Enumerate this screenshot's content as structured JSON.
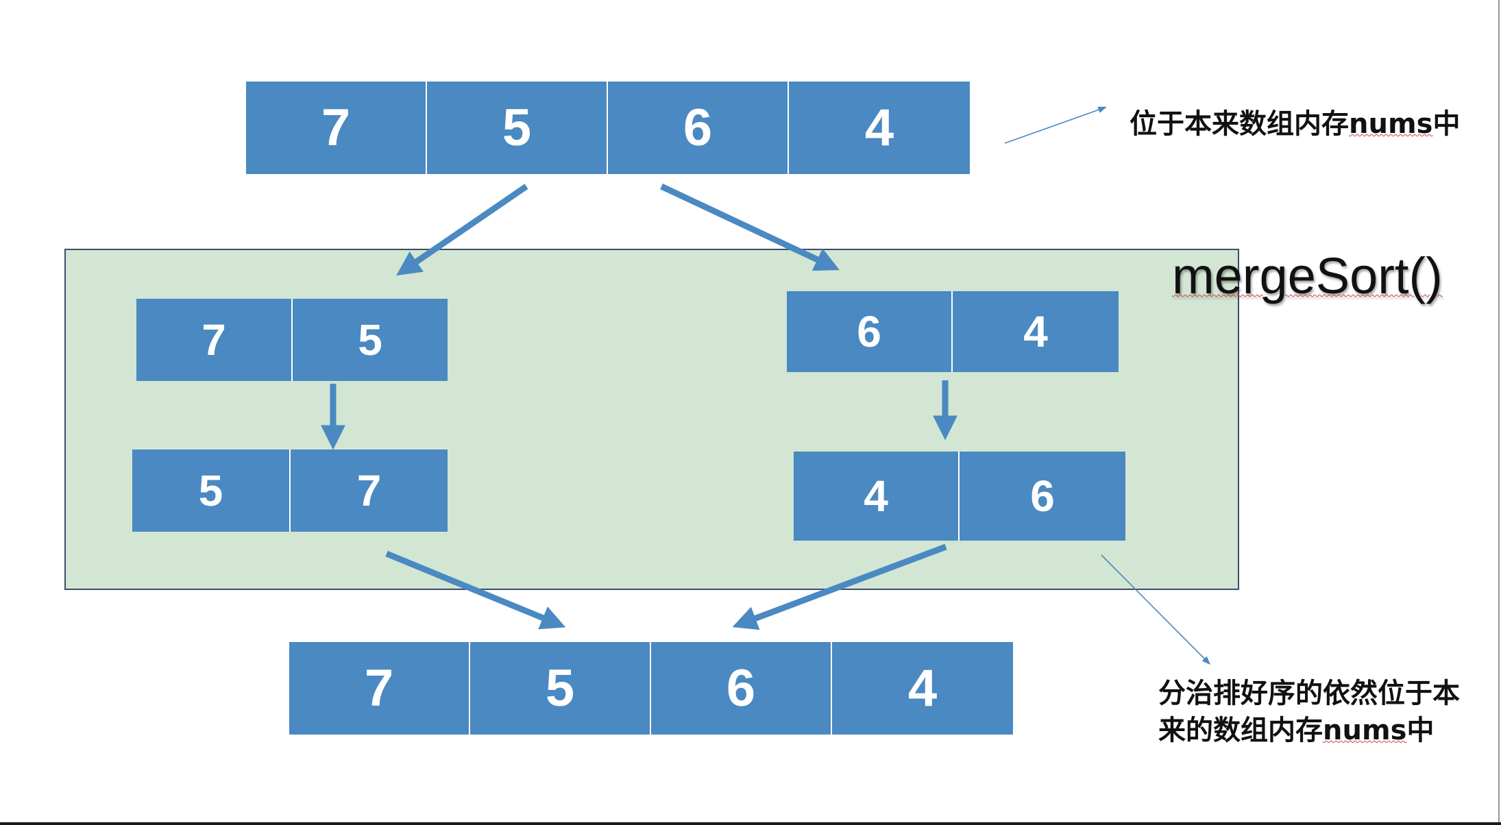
{
  "diagram": {
    "top_array": [
      "7",
      "5",
      "6",
      "4"
    ],
    "left_unsorted": [
      "7",
      "5"
    ],
    "left_sorted": [
      "5",
      "7"
    ],
    "right_unsorted": [
      "6",
      "4"
    ],
    "right_sorted": [
      "4",
      "6"
    ],
    "bottom_array": [
      "7",
      "5",
      "6",
      "4"
    ],
    "function_label": "mergeSort()",
    "note_top_text": "位于本来数组内存",
    "note_top_var": "nums",
    "note_top_end": "中",
    "note_bottom_line1": "分治排好序的依然位于本",
    "note_bottom_line2_text": "来的数组内存",
    "note_bottom_var": "nums",
    "note_bottom_end": "中"
  },
  "colors": {
    "cell": "#4a89c1",
    "panel": "#d2e6d3",
    "arrow": "#4a89c1",
    "annotation_arrow": "#4a89c1"
  }
}
